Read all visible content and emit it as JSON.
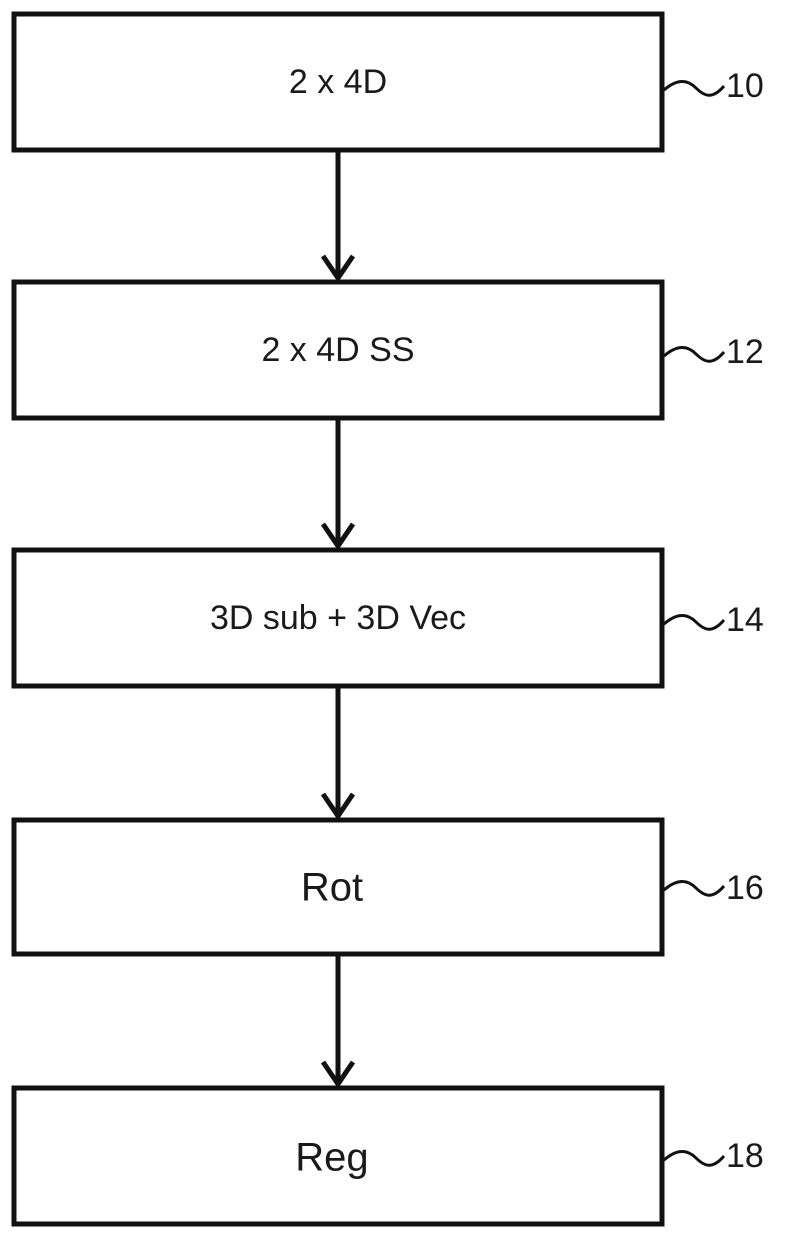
{
  "steps": [
    {
      "label": "2 x 4D",
      "ref": "10"
    },
    {
      "label": "2 x 4D SS",
      "ref": "12"
    },
    {
      "label": "3D sub + 3D Vec",
      "ref": "14"
    },
    {
      "label": "Rot",
      "ref": "16"
    },
    {
      "label": "Reg",
      "ref": "18"
    }
  ]
}
